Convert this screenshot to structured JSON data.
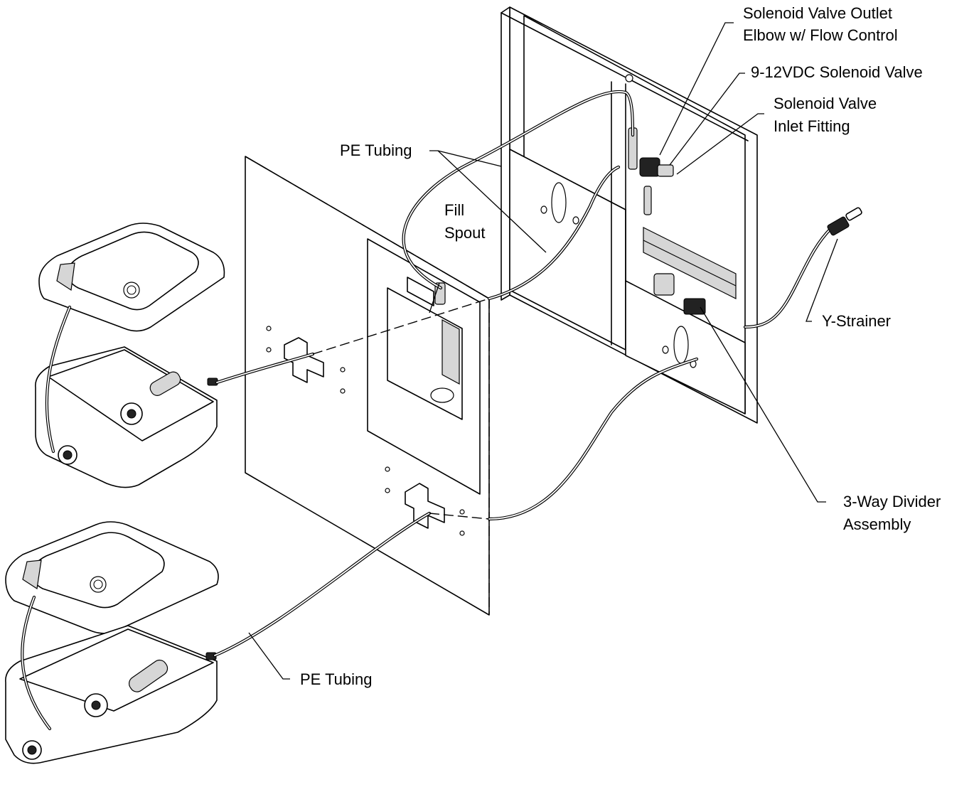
{
  "labels": {
    "solenoid_outlet_line1": "Solenoid Valve Outlet",
    "solenoid_outlet_line2": "Elbow w/ Flow Control",
    "solenoid_valve": "9-12VDC Solenoid Valve",
    "solenoid_inlet_line1": "Solenoid Valve",
    "solenoid_inlet_line2": "Inlet Fitting",
    "pe_tubing_top": "PE Tubing",
    "fill_spout_line1": "Fill",
    "fill_spout_line2": "Spout",
    "y_strainer": "Y-Strainer",
    "divider_line1": "3-Way Divider",
    "divider_line2": "Assembly",
    "pe_tubing_bottom": "PE Tubing"
  }
}
